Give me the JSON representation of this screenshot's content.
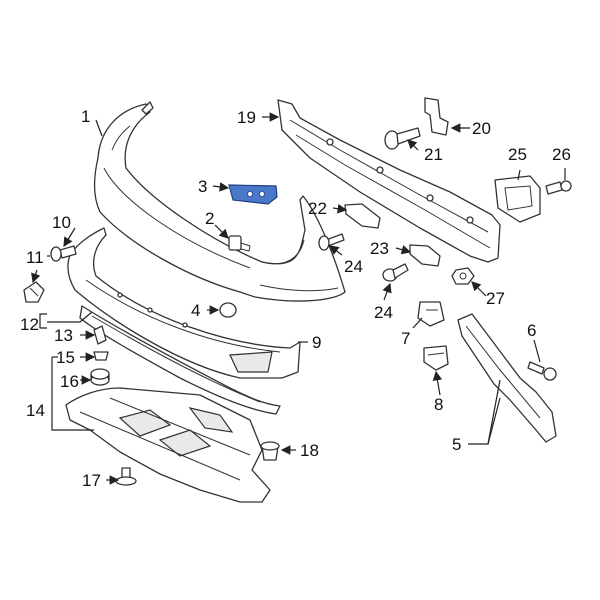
{
  "callouts": {
    "c1": "1",
    "c2": "2",
    "c3": "3",
    "c4": "4",
    "c5": "5",
    "c6": "6",
    "c7": "7",
    "c8": "8",
    "c9": "9",
    "c10": "10",
    "c11": "11",
    "c12": "12",
    "c13": "13",
    "c14": "14",
    "c15": "15",
    "c16": "16",
    "c17": "17",
    "c18": "18",
    "c19": "19",
    "c20": "20",
    "c21": "21",
    "c22": "22",
    "c23": "23",
    "c24a": "24",
    "c24b": "24",
    "c25": "25",
    "c26": "26",
    "c27": "27"
  },
  "highlight_color": "#4a78c8"
}
